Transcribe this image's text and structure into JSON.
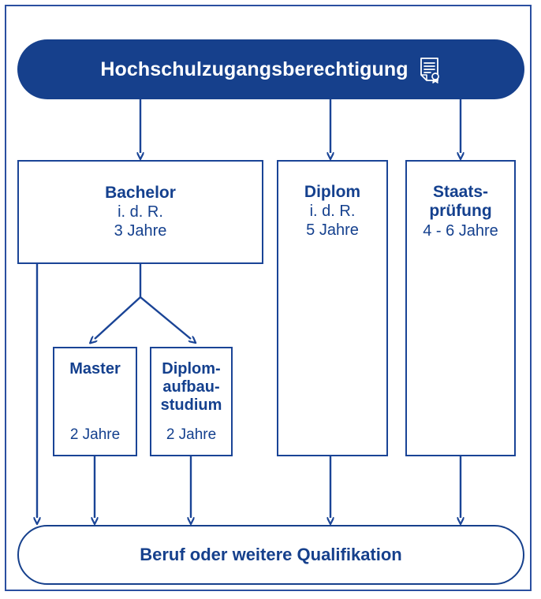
{
  "theme": {
    "brand_blue": "#16408C",
    "line_blue": "#1A4496",
    "frame_blue": "#2A4FA0",
    "text_on_dark": "#ffffff",
    "background": "#ffffff"
  },
  "top": {
    "label": "Hochschulzugangsberechtigung",
    "icon": "certificate-icon"
  },
  "boxes": [
    {
      "id": "bachelor",
      "title": "Bachelor",
      "sub_lines": [
        "i. d. R.",
        "3 Jahre"
      ]
    },
    {
      "id": "diplom",
      "title": "Diplom",
      "sub_lines": [
        "i. d. R.",
        "5 Jahre"
      ]
    },
    {
      "id": "staatspruefung",
      "title_lines": [
        "Staats-",
        "prüfung"
      ],
      "title_line_1": "Staats-",
      "title_line_2": "prüfung",
      "sub_lines": [
        "4 - 6 Jahre"
      ],
      "duration": "4 - 6 Jahre"
    },
    {
      "id": "master",
      "title": "Master",
      "duration": "2 Jahre"
    },
    {
      "id": "diplomaufbaustudium",
      "title_line_1": "Diplom-",
      "title_line_2": "aufbau-",
      "title_line_3": "studium",
      "duration": "2 Jahre"
    }
  ],
  "bottom": {
    "label": "Beruf oder weitere Qualifikation"
  }
}
